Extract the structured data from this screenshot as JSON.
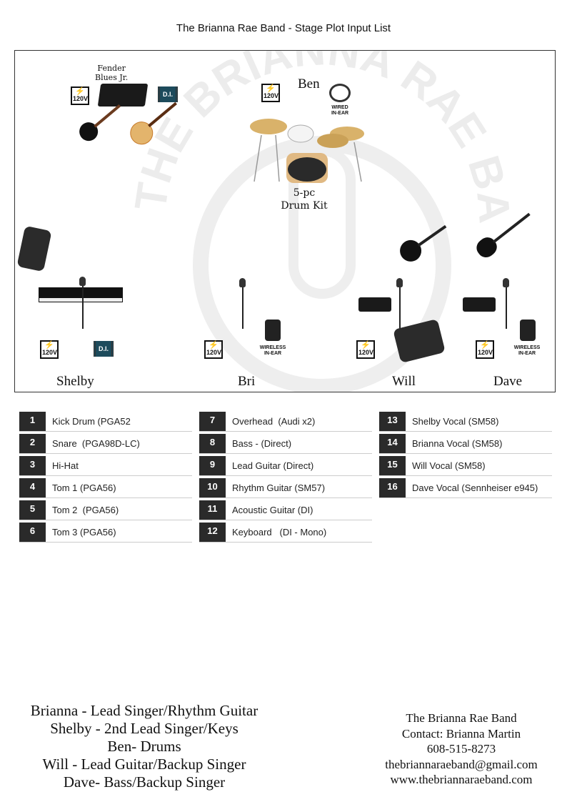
{
  "title": "The Brianna Rae Band - Stage Plot Input List",
  "watermark": "THE BRIANNA RAE BAND",
  "stage": {
    "amp_label": [
      "Fender",
      "Blues Jr."
    ],
    "power_label": "120V",
    "di_label": "D.I.",
    "drummer": "Ben",
    "wired_inear": [
      "WIRED",
      "IN-EAR"
    ],
    "wireless_inear": [
      "WIRELESS",
      "IN-EAR"
    ],
    "drum_label": [
      "5-pc",
      "Drum Kit"
    ],
    "names": [
      "Shelby",
      "Bri",
      "Will",
      "Dave"
    ]
  },
  "inputs": [
    {
      "n": "1",
      "label": "Kick Drum (PGA52"
    },
    {
      "n": "2",
      "label": "Snare  (PGA98D-LC)"
    },
    {
      "n": "3",
      "label": "Hi-Hat"
    },
    {
      "n": "4",
      "label": "Tom 1 (PGA56)"
    },
    {
      "n": "5",
      "label": "Tom 2  (PGA56)"
    },
    {
      "n": "6",
      "label": "Tom 3 (PGA56)"
    },
    {
      "n": "7",
      "label": "Overhead  (Audi x2)"
    },
    {
      "n": "8",
      "label": "Bass - (Direct)"
    },
    {
      "n": "9",
      "label": "Lead Guitar (Direct)"
    },
    {
      "n": "10",
      "label": "Rhythm Guitar (SM57)"
    },
    {
      "n": "11",
      "label": "Acoustic Guitar (DI)"
    },
    {
      "n": "12",
      "label": "Keyboard   (DI - Mono)"
    },
    {
      "n": "13",
      "label": "Shelby Vocal (SM58)"
    },
    {
      "n": "14",
      "label": "Brianna Vocal (SM58)"
    },
    {
      "n": "15",
      "label": "Will Vocal (SM58)"
    },
    {
      "n": "16",
      "label": "Dave Vocal (Sennheiser e945)"
    }
  ],
  "roles": [
    "Brianna - Lead Singer/Rhythm Guitar",
    "Shelby - 2nd Lead Singer/Keys",
    "Ben- Drums",
    "Will - Lead Guitar/Backup Singer",
    "Dave- Bass/Backup Singer"
  ],
  "contact": [
    "The Brianna Rae Band",
    "Contact: Brianna Martin",
    "608-515-8273",
    "thebriannaraeband@gmail.com",
    "www.thebriannaraeband.com"
  ]
}
